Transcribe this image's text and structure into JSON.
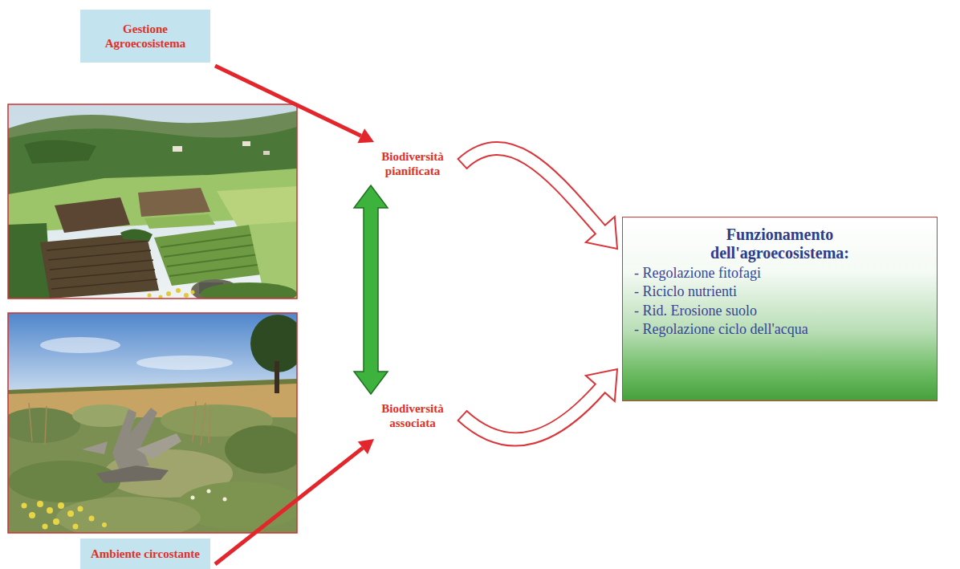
{
  "diagram": {
    "nodes": [
      {
        "text": [
          "Gestione Agroecosistema"
        ]
      },
      {
        "text": [
          "Biodiversità pianificata"
        ]
      },
      {
        "text": [
          "Biodiversità associata"
        ]
      },
      {
        "text": [
          "Ambiente circostante"
        ]
      },
      {
        "text": [
          "Funzionamento dell'agroecosistema:",
          "- Regolazione fitofagi",
          "- Riciclo nutrienti",
          "- Rid. Erosione suolo",
          "- Regolazione ciclo dell'acqua"
        ]
      }
    ],
    "edges": [
      {
        "from": 0,
        "to": 1,
        "arrow": "to"
      },
      {
        "from": 1,
        "to": 2,
        "arrow": "both"
      },
      {
        "from": 1,
        "to": 4,
        "arrow": "to"
      },
      {
        "from": 2,
        "to": 4,
        "arrow": "to"
      },
      {
        "from": 3,
        "to": 2,
        "arrow": "to"
      }
    ]
  }
}
